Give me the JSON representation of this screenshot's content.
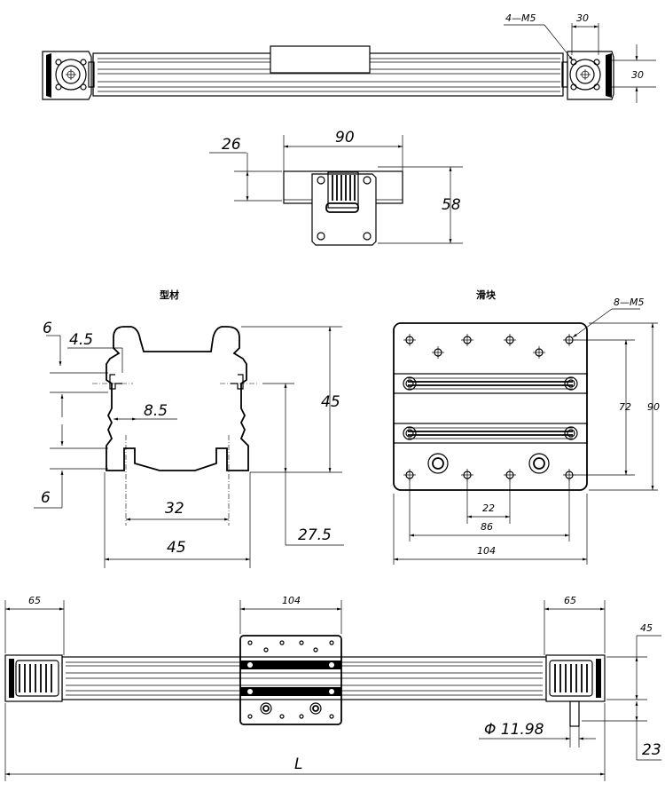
{
  "drawing": {
    "top_view": {
      "label_holes": "4—M5",
      "dim_width": "30",
      "dim_height": "30"
    },
    "end_view": {
      "dim_width": "90",
      "dim_offset": "26",
      "dim_height": "58"
    },
    "profile_section": {
      "title": "型材",
      "dims": {
        "slot_top": "6",
        "slot_width": "4.5",
        "slot_lower": "8.5",
        "slot_bottom": "6",
        "slot_pitch": "32",
        "width": "45",
        "height": "45",
        "center_height": "27.5"
      }
    },
    "slider": {
      "title": "滑块",
      "label_holes": "8—M5",
      "dims": {
        "height_holes": "72",
        "height": "90",
        "inner_pitch": "22",
        "outer_pitch": "86",
        "width": "104"
      }
    },
    "front_view": {
      "dims": {
        "left_end": "65",
        "slider_width": "104",
        "right_end": "65",
        "profile_height": "45",
        "shaft_diameter": "Φ 11.98",
        "shaft_offset": "23",
        "length": "L"
      }
    }
  }
}
